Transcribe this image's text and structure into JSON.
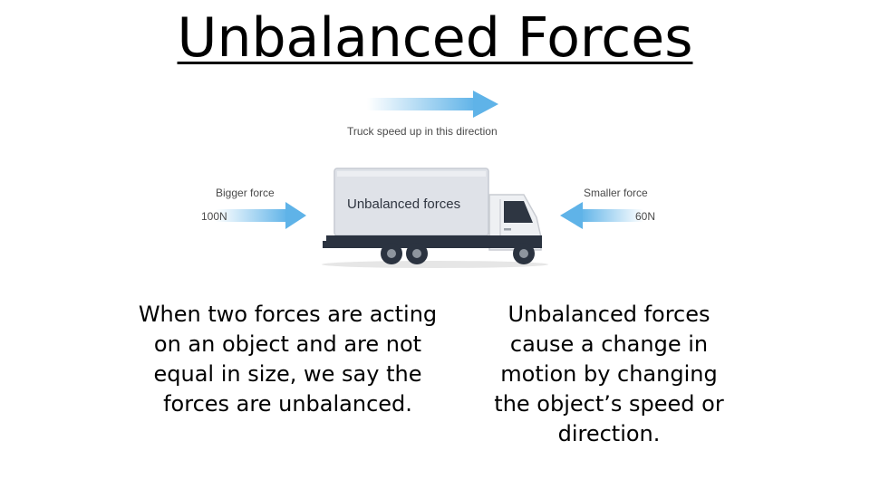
{
  "title": "Unbalanced Forces",
  "diagram": {
    "motion_label": "Truck speed up in this direction",
    "truck_label": "Unbalanced forces",
    "left_force": {
      "label": "Bigger force",
      "value": "100N"
    },
    "right_force": {
      "label": "Smaller force",
      "value": "60N"
    },
    "colors": {
      "arrow": "#5fb3e8",
      "truck_box": "#dfe2e8",
      "chassis": "#2b3340"
    }
  },
  "text": {
    "left": "When two forces are acting on an object and are not equal in size, we say the forces are unbalanced.",
    "right": "Unbalanced forces cause a change in motion by changing the object’s speed or direction."
  }
}
